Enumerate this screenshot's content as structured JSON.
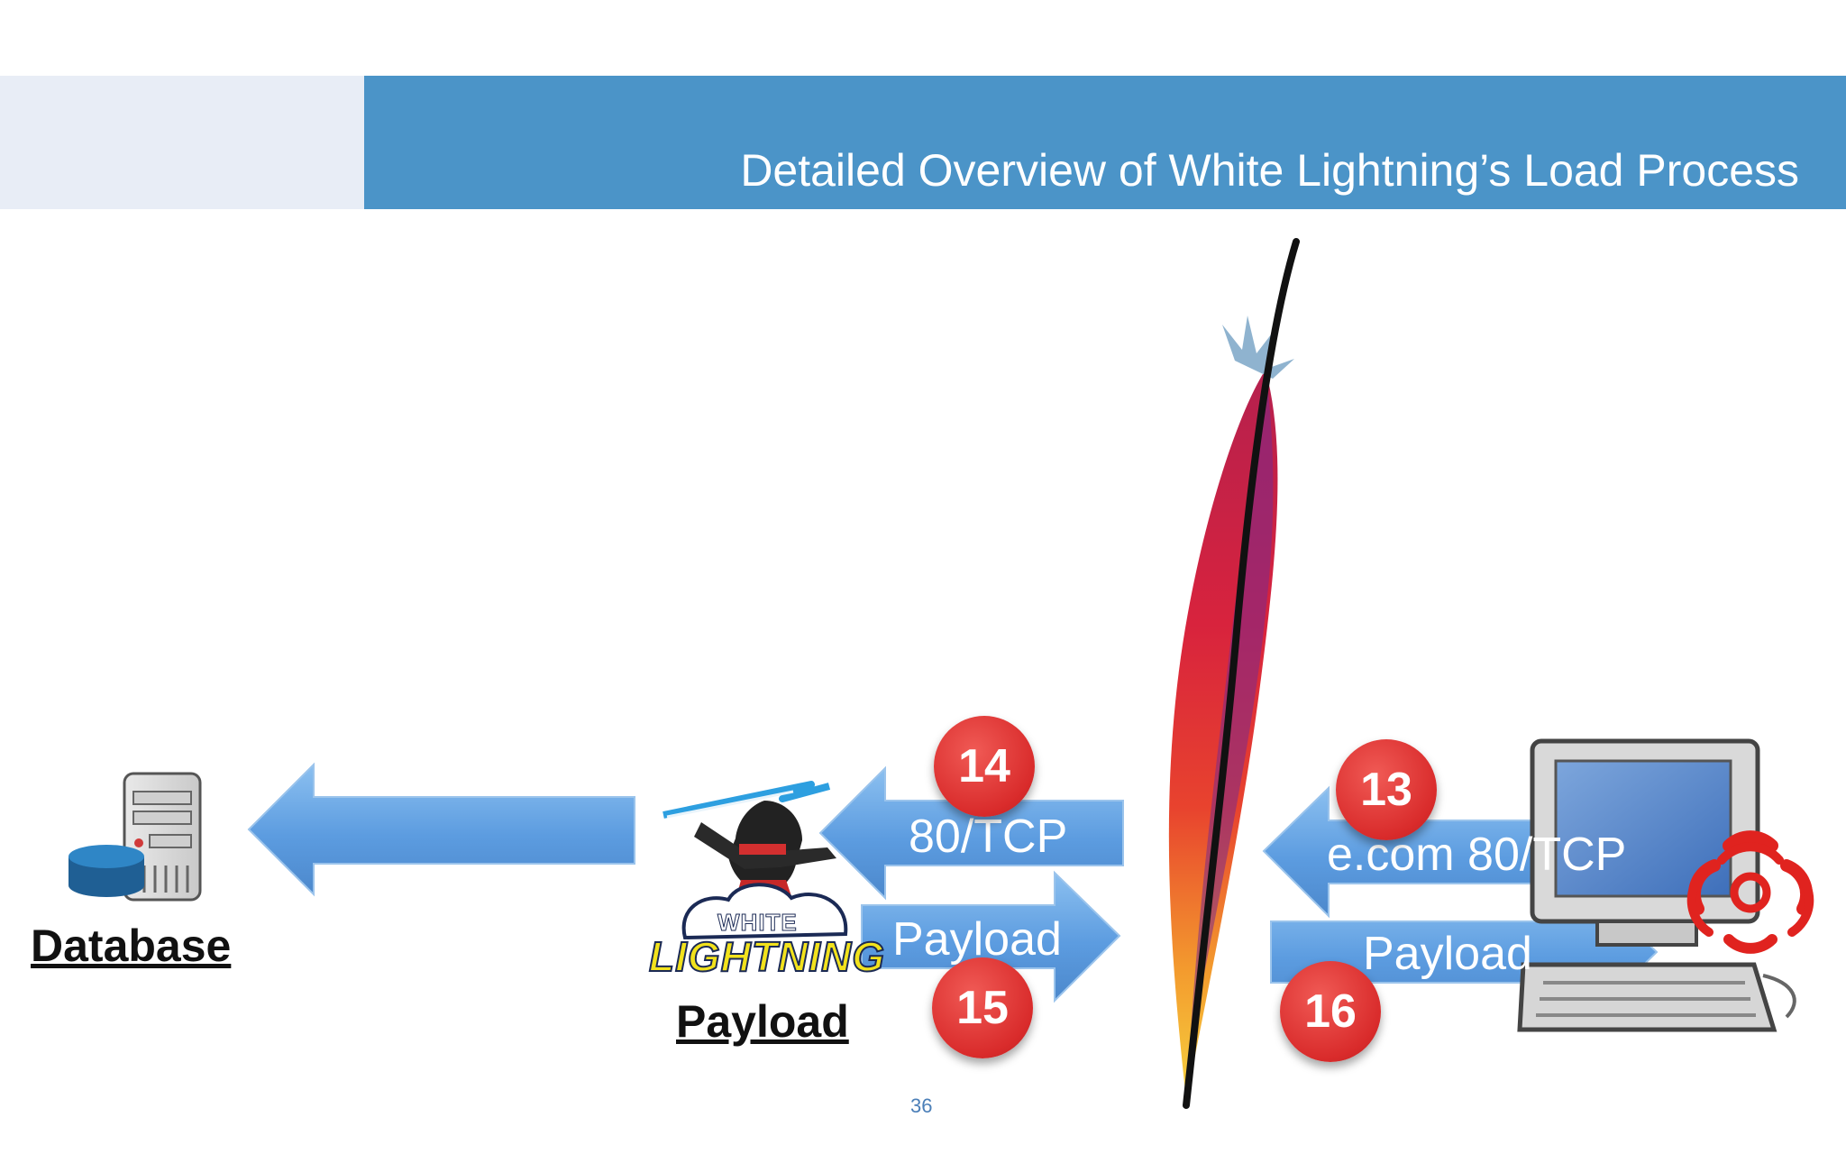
{
  "slide": {
    "title": "Detailed Overview of White Lightning’s Load Process",
    "page_number": "36"
  },
  "nodes": {
    "database_label": "Database",
    "payload_label": "Payload",
    "logo_line1": "WHITE",
    "logo_line2": "LIGHTNING"
  },
  "arrows": {
    "step14_text": "80/TCP",
    "step15_text": "Payload",
    "step13_text": "e.com 80/TCP",
    "step16_text": "Payload"
  },
  "badges": {
    "b14": "14",
    "b15": "15",
    "b13": "13",
    "b16": "16"
  },
  "colors": {
    "header_bar": "#4b94c8",
    "header_left": "#e8edf6",
    "arrow_fill": "#6aa6e0",
    "badge": "#d92b2b",
    "biohazard": "#e0231f"
  }
}
